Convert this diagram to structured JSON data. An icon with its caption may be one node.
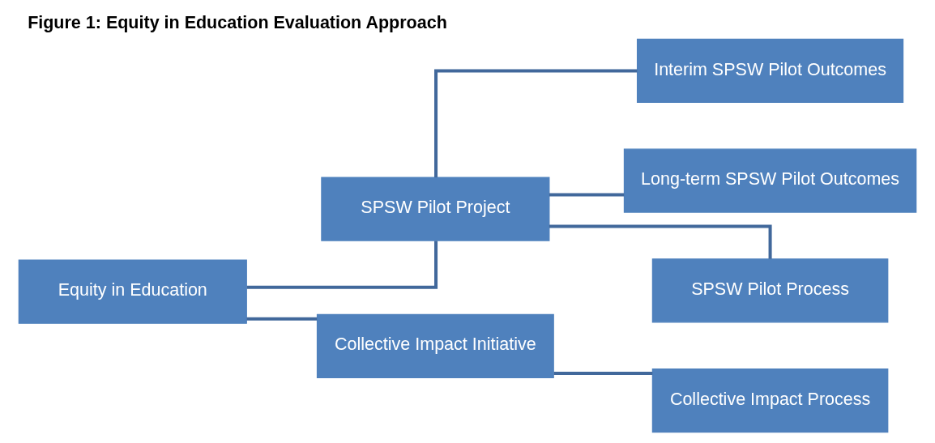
{
  "diagram": {
    "title": "Figure 1: Equity in Education Evaluation Approach",
    "nodes": [
      {
        "text": [
          "Equity in Education"
        ]
      },
      {
        "text": [
          "SPSW Pilot Project"
        ]
      },
      {
        "text": [
          "Collective Impact Initiative"
        ]
      },
      {
        "text": [
          "Interim SPSW Pilot Outcomes"
        ]
      },
      {
        "text": [
          "Long-term SPSW Pilot Outcomes"
        ]
      },
      {
        "text": [
          "SPSW Pilot Process"
        ]
      },
      {
        "text": [
          "Collective Impact Process"
        ]
      }
    ],
    "edges": [
      {
        "from": 0,
        "to": 1,
        "arrow": "none"
      },
      {
        "from": 0,
        "to": 2,
        "arrow": "none"
      },
      {
        "from": 1,
        "to": 3,
        "arrow": "none"
      },
      {
        "from": 1,
        "to": 4,
        "arrow": "none"
      },
      {
        "from": 1,
        "to": 5,
        "arrow": "none"
      },
      {
        "from": 2,
        "to": 6,
        "arrow": "none"
      }
    ]
  }
}
